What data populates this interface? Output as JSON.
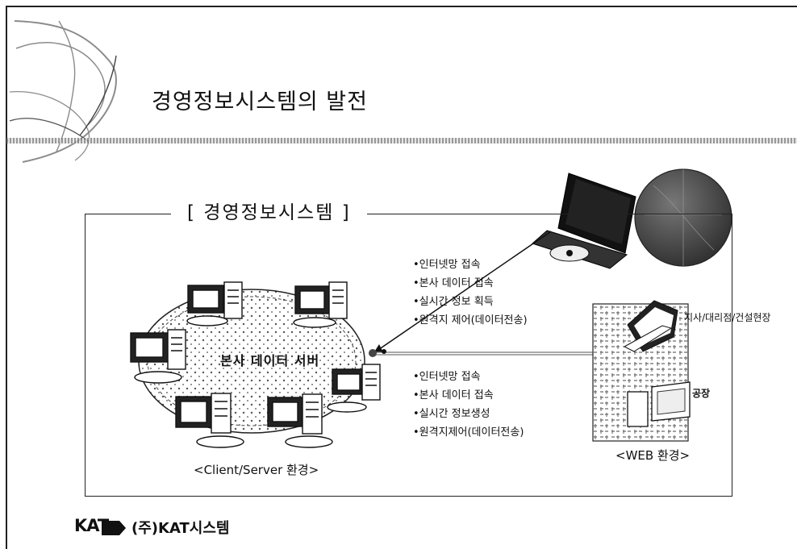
{
  "slide": {
    "title": "경영정보시스템의 발전",
    "box_title": "[ 경영정보시스템 ]"
  },
  "client_server": {
    "server_label": "본사 데이터 서버",
    "caption": "<Client/Server 환경>",
    "internet_bullets": [
      "•인터넷망 접속",
      "•본사 데이터 접속",
      "•실시간 정보 획득",
      "•원격지 제어(데이터전송)"
    ],
    "web_bullets": [
      "•인터넷망 접속",
      "•본사 데이터 접속",
      "•실시간 정보생성",
      "•원격지제어(데이터전송)"
    ]
  },
  "web": {
    "branch_label": "지사/대리점/건설현장",
    "factory_label": "공장",
    "caption": "<WEB 환경>"
  },
  "footer": {
    "logo": "KAT",
    "company": "(주)KAT시스템"
  },
  "colors": {
    "ink": "#111111",
    "grid": "#888888",
    "globe": "#4a4a4a"
  }
}
